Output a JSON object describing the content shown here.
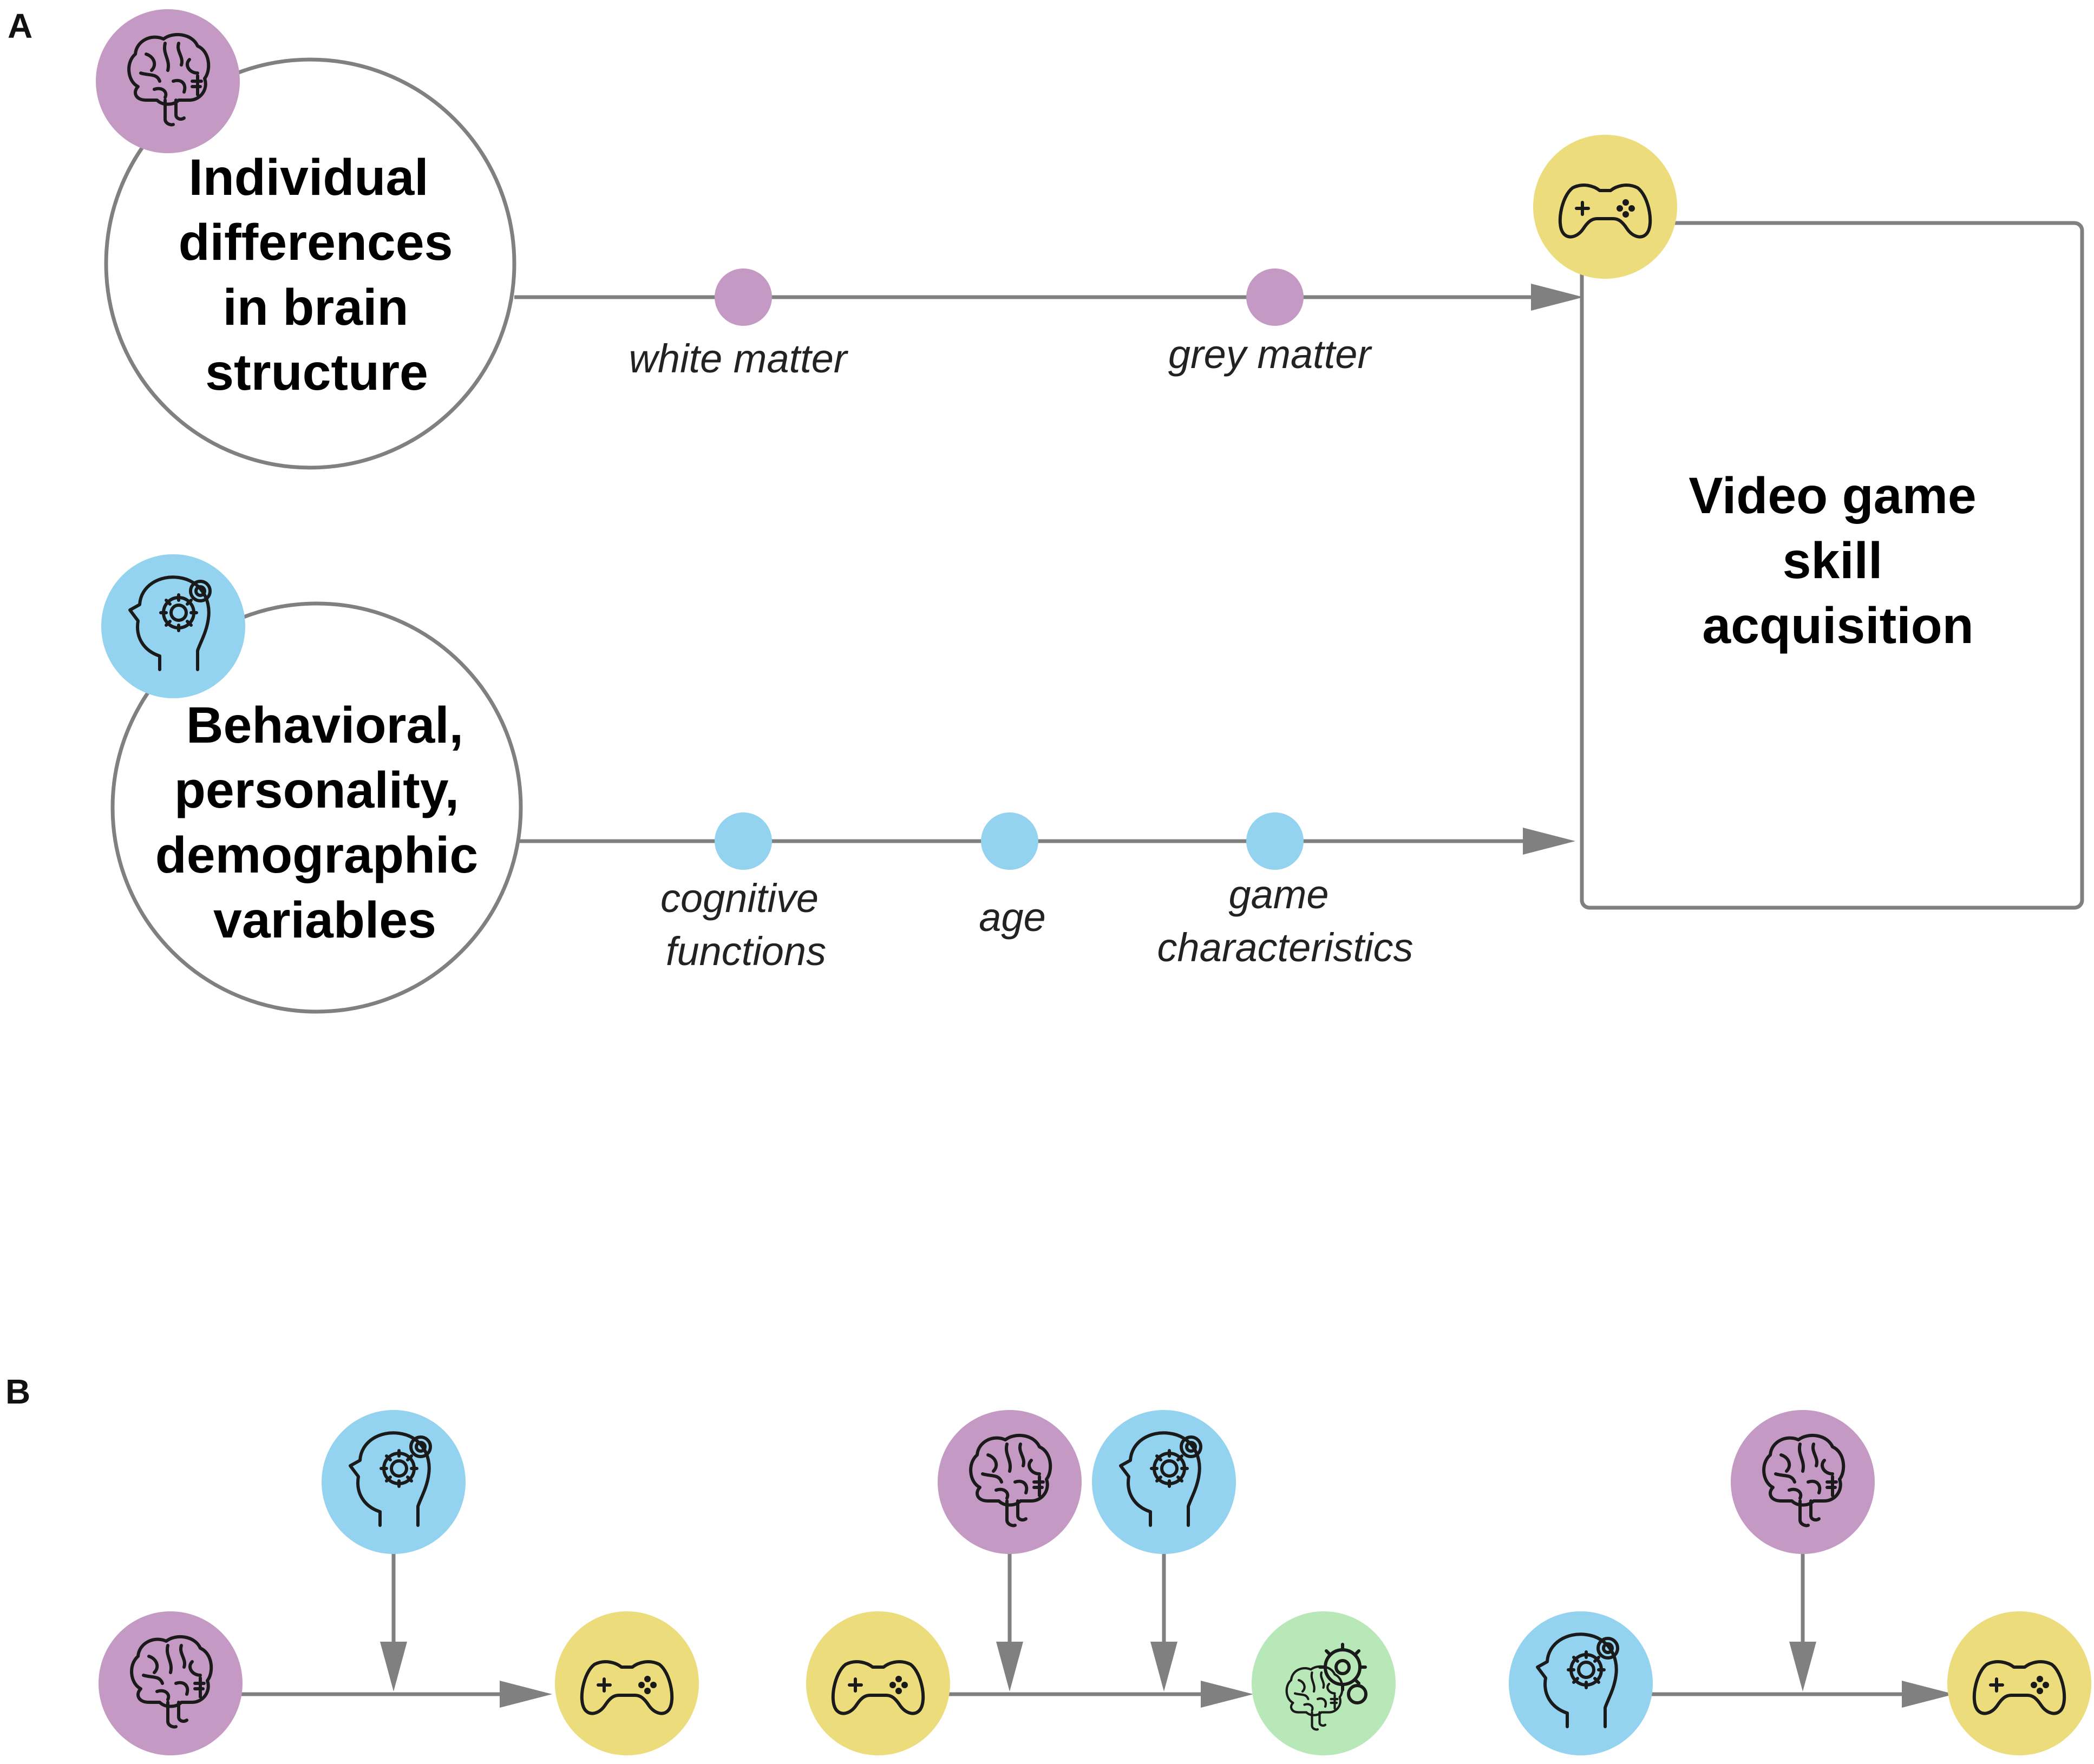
{
  "panels": {
    "a": {
      "label": "A"
    },
    "b": {
      "label": "B"
    }
  },
  "colors": {
    "brain": "#c49ac4",
    "behavior": "#94d3ef",
    "game": "#ecdc7c",
    "outcome": "#b8e8b8",
    "edge": "#808080"
  },
  "panel_a": {
    "node_brain": {
      "icon": "brain-icon",
      "lines": [
        "Individual",
        "differences",
        "in brain",
        "structure"
      ]
    },
    "node_behavior": {
      "icon": "head-gear-icon",
      "lines": [
        "Behavioral,",
        "personality,",
        "demographic",
        "variables"
      ]
    },
    "node_outcome": {
      "icon": "gamepad-icon",
      "lines": [
        "Video game",
        "skill",
        "acquisition"
      ]
    },
    "brain_path_labels": {
      "white_matter": "white matter",
      "grey_matter": "grey matter"
    },
    "behavior_path_labels": {
      "cognitive": [
        "cognitive",
        "functions"
      ],
      "age": "age",
      "game": [
        "game",
        "characteristics"
      ]
    }
  },
  "panel_b": {
    "models": [
      {
        "source": "brain-icon",
        "moderators": [
          "head-gear-icon"
        ],
        "target": "gamepad-icon"
      },
      {
        "source": "gamepad-icon",
        "moderators": [
          "brain-icon",
          "head-gear-icon"
        ],
        "target": "brain-gears-icon"
      },
      {
        "source": "head-gear-icon",
        "moderators": [
          "brain-icon"
        ],
        "target": "gamepad-icon"
      }
    ]
  }
}
